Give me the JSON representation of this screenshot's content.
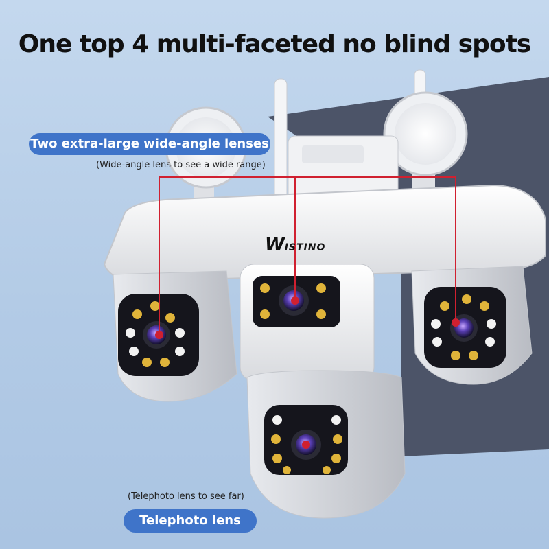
{
  "headline": "One top 4 multi-faceted no blind spots",
  "wide_label": {
    "title": "Two extra-large wide-angle lenses",
    "subtitle": "(Wide-angle lens to see a wide range)"
  },
  "tele_label": {
    "subtitle": "(Telephoto lens to see far)",
    "title": "Telephoto lens"
  },
  "brand": {
    "initial": "W",
    "rest": "ISTINO"
  },
  "colors": {
    "background": "#b4cce6",
    "wall": "#4c5468",
    "pill": "#3f74c9",
    "pointer_line": "#d02030",
    "camera_body": "#f2f3f5",
    "lens_panel": "#15151c",
    "led_warm": "#e0b43a"
  }
}
